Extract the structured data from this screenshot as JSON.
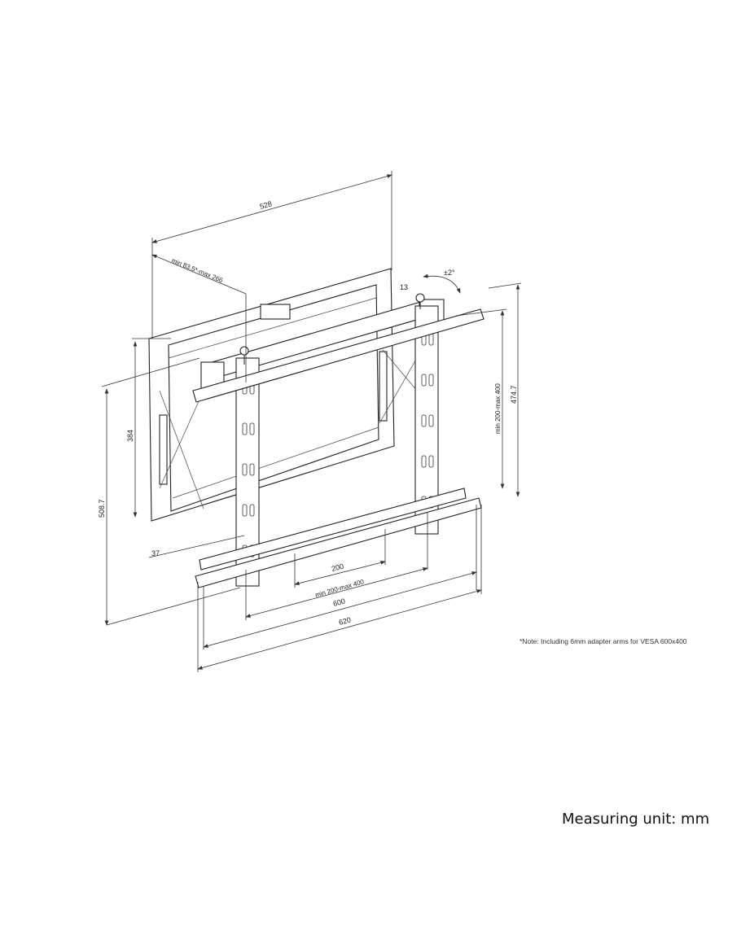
{
  "dimensions": {
    "width_top": "528",
    "depth_range": "min 83.5*-max 266",
    "tilt": "±2°",
    "micro_adjust": "13",
    "height_384": "384",
    "height_total": "508.7",
    "vesa_vertical": "min 200-max 400",
    "height_474": "474.7",
    "offset_37": "37",
    "vesa_200": "200",
    "vesa_horizontal": "min 200-max 400",
    "width_600": "600",
    "width_620": "620"
  },
  "note": "*Note: Including 6mm adapter arms for VESA 600x400",
  "measuring_unit": "Measuring unit: mm"
}
